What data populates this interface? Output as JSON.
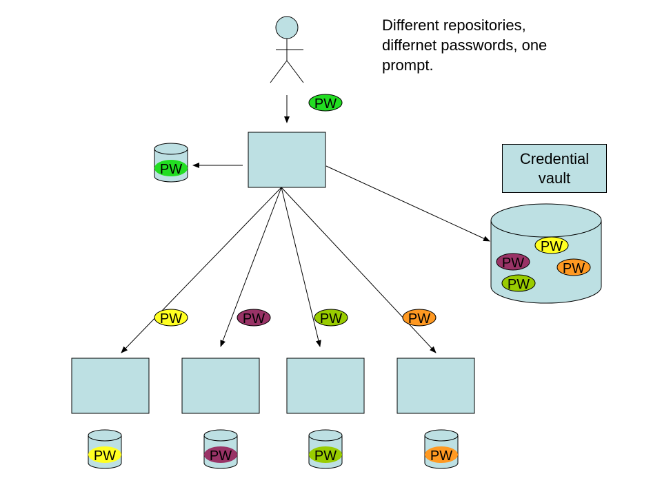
{
  "caption": "Different repositories,\ndiffernet passwords, one\nprompt.",
  "vault_label": "Credential\nvault",
  "token_label": "PW",
  "colors": {
    "box_fill": "#bde0e3",
    "stroke": "#000000",
    "green": "#22dd22",
    "yellow": "#ffff22",
    "maroon": "#993366",
    "lime": "#99cc00",
    "orange": "#ff9922"
  },
  "repositories": [
    {
      "id": "repo-1",
      "color": "yellow"
    },
    {
      "id": "repo-2",
      "color": "maroon"
    },
    {
      "id": "repo-3",
      "color": "lime"
    },
    {
      "id": "repo-4",
      "color": "orange"
    }
  ],
  "vault_tokens": [
    "yellow",
    "maroon",
    "orange",
    "lime"
  ]
}
